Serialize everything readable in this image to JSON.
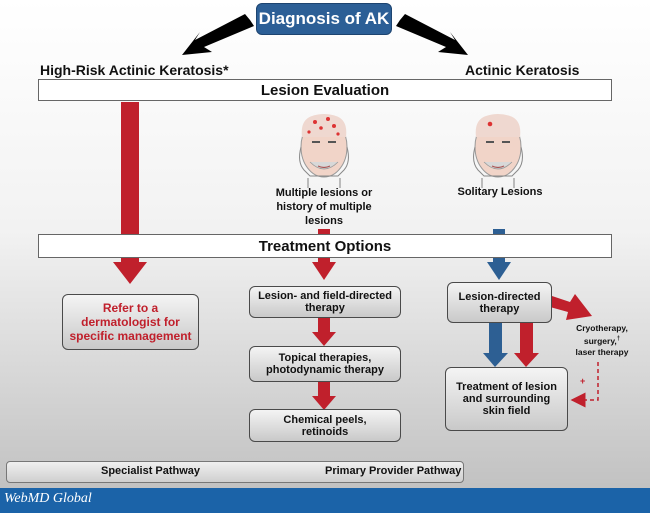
{
  "title": "Diagnosis of AK",
  "left_heading": "High-Risk Actinic Keratosis*",
  "right_heading": "Actinic Keratosis",
  "lesion_evaluation": "Lesion Evaluation",
  "treatment_options": "Treatment Options",
  "multiple_lesions": "Multiple lesions or history of multiple lesions",
  "solitary_lesions": "Solitary Lesions",
  "boxes": {
    "refer": "Refer to a dermatologist for specific management",
    "lesion_field": "Lesion- and field-directed therapy",
    "topical": "Topical therapies, photodynamic therapy",
    "chemical": "Chemical peels, retinoids",
    "lesion_directed": "Lesion-directed therapy",
    "treatment_field": "Treatment of lesion and surrounding skin field"
  },
  "cryo_text": "Cryotherapy, surgery,",
  "cryo_sup": "†",
  "laser_text": "laser therapy",
  "plus": "+",
  "legend": {
    "specialist": "Specialist Pathway",
    "primary": "Primary Provider Pathway"
  },
  "brand": "WebMD Global",
  "colors": {
    "red": "#c0202c",
    "blue": "#2d5f93",
    "title_bg": "#2c5f96",
    "footer": "#1b63a8"
  },
  "icons": [
    "face-multiple-lesions-icon",
    "face-solitary-lesion-icon"
  ]
}
